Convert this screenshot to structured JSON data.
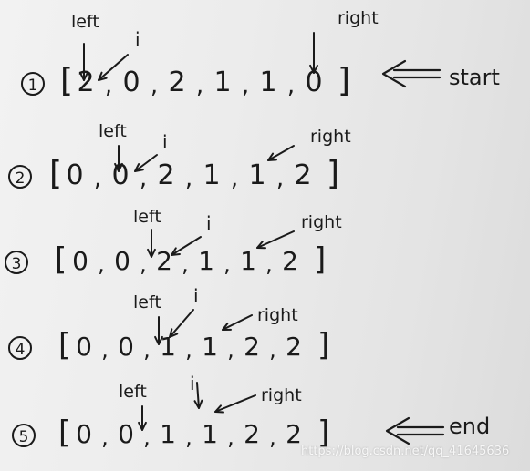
{
  "rows": [
    {
      "number": "1",
      "array": [
        "2",
        "0",
        "2",
        "1",
        "1",
        "0"
      ],
      "labels": {
        "left": "left",
        "i": "i",
        "right": "right"
      },
      "note": "start"
    },
    {
      "number": "2",
      "array": [
        "0",
        "0",
        "2",
        "1",
        "1",
        "2"
      ],
      "labels": {
        "left": "left",
        "i": "i",
        "right": "right"
      },
      "note": ""
    },
    {
      "number": "3",
      "array": [
        "0",
        "0",
        "2",
        "1",
        "1",
        "2"
      ],
      "labels": {
        "left": "left",
        "i": "i",
        "right": "right"
      },
      "note": ""
    },
    {
      "number": "4",
      "array": [
        "0",
        "0",
        "1",
        "1",
        "2",
        "2"
      ],
      "labels": {
        "left": "left",
        "i": "i",
        "right": "right"
      },
      "note": ""
    },
    {
      "number": "5",
      "array": [
        "0",
        "0",
        "1",
        "1",
        "2",
        "2"
      ],
      "labels": {
        "left": "left",
        "i": "i",
        "right": "right"
      },
      "note": "end"
    }
  ],
  "watermark": "https://blog.csdn.net/qq_41645636",
  "colors": {
    "ink": "#1a1a1a",
    "paper": "#ececec"
  }
}
